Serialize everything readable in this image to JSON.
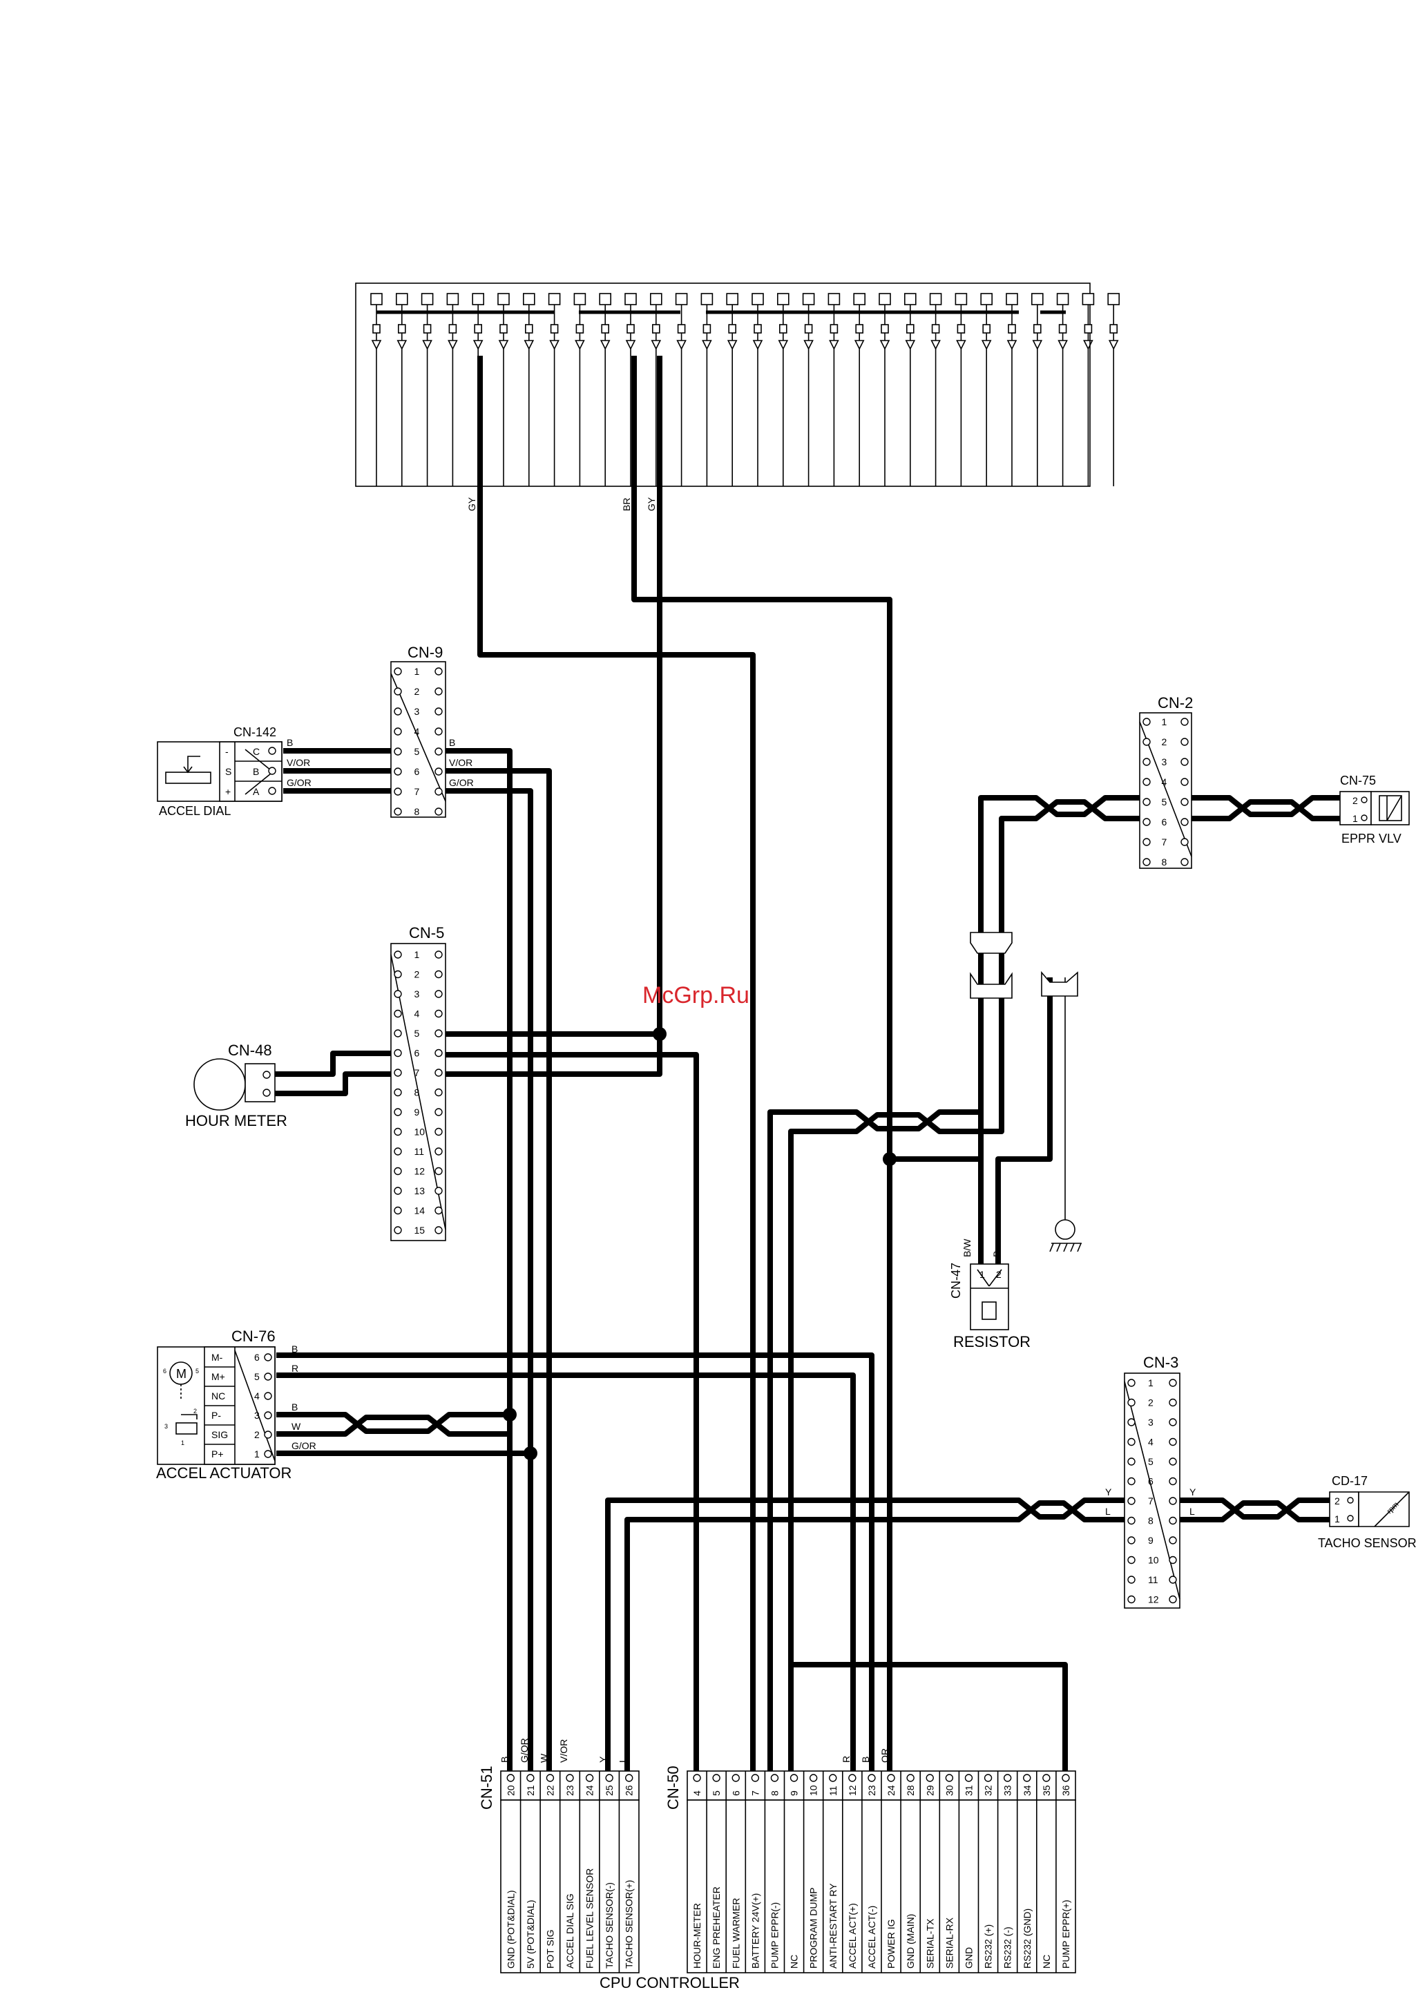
{
  "watermark": "McGrp.Ru",
  "cpu_controller": {
    "label": "CPU CONTROLLER",
    "cn51": {
      "label": "CN-51",
      "pins": [
        {
          "no": "20",
          "name": "GND (POT&DIAL)",
          "wire": "B"
        },
        {
          "no": "21",
          "name": "5V (POT&DIAL)",
          "wire": "G/OR"
        },
        {
          "no": "22",
          "name": "POT SIG",
          "wire": "W"
        },
        {
          "no": "23",
          "name": "ACCEL DIAL SIG",
          "wire": "V/OR"
        },
        {
          "no": "24",
          "name": "FUEL LEVEL SENSOR",
          "wire": ""
        },
        {
          "no": "25",
          "name": "TACHO SENSOR(-)",
          "wire": "Y"
        },
        {
          "no": "26",
          "name": "TACHO SENSOR(+)",
          "wire": "L"
        }
      ]
    },
    "cn50": {
      "label": "CN-50",
      "pins": [
        {
          "no": "4",
          "name": "HOUR-METER",
          "wire": ""
        },
        {
          "no": "5",
          "name": "ENG PREHEATER",
          "wire": ""
        },
        {
          "no": "6",
          "name": "FUEL WARMER",
          "wire": ""
        },
        {
          "no": "7",
          "name": "BATTERY 24V(+)",
          "wire": ""
        },
        {
          "no": "8",
          "name": "PUMP EPPR(-)",
          "wire": ""
        },
        {
          "no": "9",
          "name": "NC",
          "wire": ""
        },
        {
          "no": "10",
          "name": "PROGRAM DUMP",
          "wire": ""
        },
        {
          "no": "11",
          "name": "ANTI-RESTART RY",
          "wire": ""
        },
        {
          "no": "12",
          "name": "ACCEL ACT(+)",
          "wire": "R"
        },
        {
          "no": "23",
          "name": "ACCEL ACT(-)",
          "wire": "B"
        },
        {
          "no": "24",
          "name": "POWER IG",
          "wire": "OR"
        },
        {
          "no": "28",
          "name": "GND (MAIN)",
          "wire": ""
        },
        {
          "no": "29",
          "name": "SERIAL-TX",
          "wire": ""
        },
        {
          "no": "30",
          "name": "SERIAL-RX",
          "wire": ""
        },
        {
          "no": "31",
          "name": "GND",
          "wire": ""
        },
        {
          "no": "32",
          "name": "RS232 (+)",
          "wire": ""
        },
        {
          "no": "33",
          "name": "RS232 (-)",
          "wire": ""
        },
        {
          "no": "34",
          "name": "RS232 (GND)",
          "wire": ""
        },
        {
          "no": "35",
          "name": "NC",
          "wire": ""
        },
        {
          "no": "36",
          "name": "PUMP EPPR(+)",
          "wire": ""
        }
      ]
    }
  },
  "connectors": {
    "cn9": {
      "label": "CN-9",
      "pins": [
        "1",
        "2",
        "3",
        "4",
        "5",
        "6",
        "7",
        "8"
      ],
      "wires": [
        "B",
        "V/OR",
        "G/OR"
      ]
    },
    "cn142": {
      "label": "CN-142",
      "pins": [
        "C",
        "B",
        "A"
      ],
      "signs": [
        "-",
        "S",
        "+"
      ],
      "wires": [
        "B",
        "V/OR",
        "G/OR"
      ],
      "device": "ACCEL DIAL"
    },
    "cn5": {
      "label": "CN-5",
      "pins": [
        "1",
        "2",
        "3",
        "4",
        "5",
        "6",
        "7",
        "8",
        "9",
        "10",
        "11",
        "12",
        "13",
        "14",
        "15"
      ]
    },
    "cn48": {
      "label": "CN-48",
      "device": "HOUR METER"
    },
    "cn76": {
      "label": "CN-76",
      "device": "ACCEL ACTUATOR",
      "pins": [
        "6",
        "5",
        "4",
        "3",
        "2",
        "1"
      ],
      "names": [
        "M-",
        "M+",
        "NC",
        "P-",
        "SIG",
        "P+"
      ],
      "wires": [
        "B",
        "R",
        "",
        "B",
        "W",
        "G/OR"
      ],
      "motor": "M",
      "motor_pins": [
        "6",
        "5",
        "2",
        "3",
        "1"
      ]
    },
    "cn2": {
      "label": "CN-2",
      "pins": [
        "1",
        "2",
        "3",
        "4",
        "5",
        "6",
        "7",
        "8"
      ]
    },
    "cn75": {
      "label": "CN-75",
      "device": "EPPR VLV",
      "pins": [
        "2",
        "1"
      ]
    },
    "cn47": {
      "label": "CN-47",
      "device": "RESISTOR",
      "pins": [
        "1",
        "2"
      ],
      "wires": [
        "B/W",
        "B"
      ]
    },
    "cn3": {
      "label": "CN-3",
      "pins": [
        "1",
        "2",
        "3",
        "4",
        "5",
        "6",
        "7",
        "8",
        "9",
        "10",
        "11",
        "12"
      ],
      "wires": [
        "Y",
        "L"
      ]
    },
    "cd17": {
      "label": "CD-17",
      "device": "TACHO SENSOR",
      "pins": [
        "2",
        "1"
      ],
      "symbol": "rpm",
      "wires": [
        "Y",
        "L"
      ]
    }
  },
  "top_wires": [
    "GY",
    "BR",
    "GY"
  ],
  "colors": {
    "line": "#000000",
    "background": "#ffffff",
    "watermark": "#d9262c"
  }
}
